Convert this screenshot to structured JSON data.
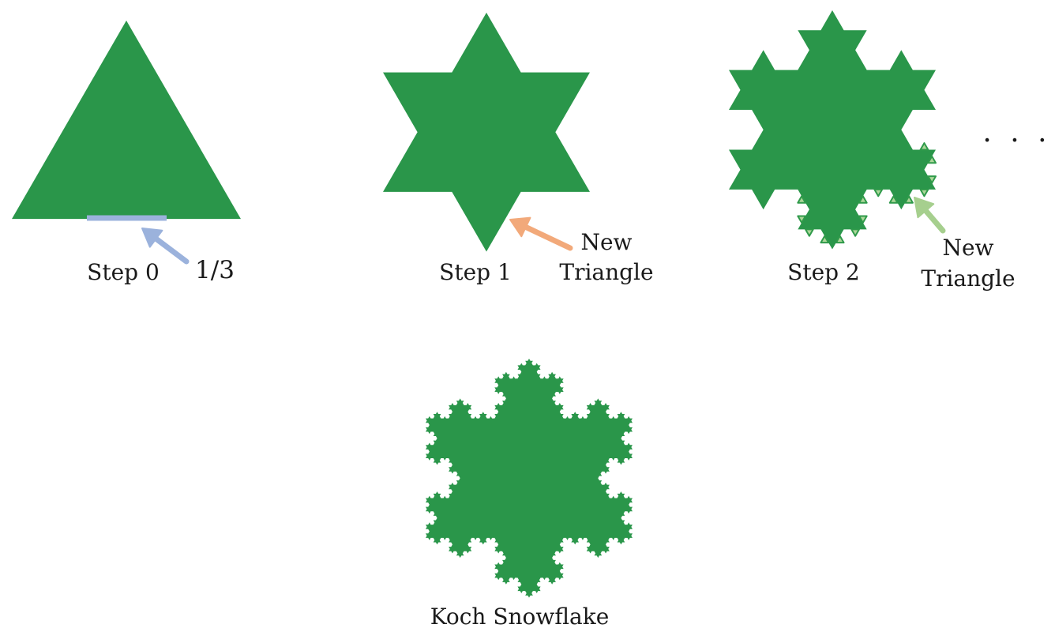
{
  "figure": {
    "colors": {
      "shape": "#2a964a",
      "highlight": "#9bb2dc",
      "arrow_step0": "#9bb2dc",
      "arrow_step1": "#f2a97a",
      "arrow_step2": "#a6cf8e",
      "new_triangle_fill": "#8fca77",
      "new_triangle_stroke": "#2f9a4a"
    },
    "steps": [
      {
        "caption": "Step 0",
        "iteration": 0,
        "annotation": "1/3",
        "arrow_icon": "arrow-up-left-icon"
      },
      {
        "caption": "Step 1",
        "iteration": 1,
        "annotation": [
          "New",
          "Triangle"
        ],
        "arrow_icon": "arrow-up-left-icon"
      },
      {
        "caption": "Step 2",
        "iteration": 2,
        "annotation": [
          "New",
          "Triangle"
        ],
        "arrow_icon": "arrow-up-left-icon"
      }
    ],
    "ellipsis": "· · ·",
    "final": {
      "caption": "Koch Snowflake",
      "iteration": 4
    }
  }
}
